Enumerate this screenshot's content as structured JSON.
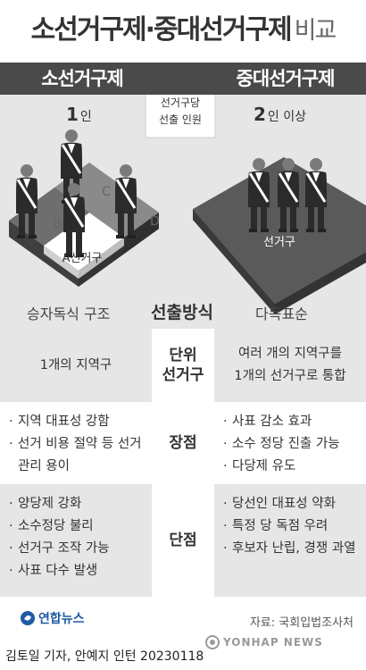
{
  "title": {
    "main": "소선거구제·중대선거구제",
    "sub": "비교"
  },
  "header": {
    "left": "소선거구제",
    "right": "중대선거구제"
  },
  "left_panel": {
    "count_number": "1",
    "count_unit": "인",
    "district_label": "A선거구",
    "district_letters": [
      "B",
      "C",
      "D"
    ]
  },
  "center_panel": {
    "ballot_label": [
      "선거구당",
      "선출 인원"
    ]
  },
  "right_panel": {
    "count_number": "2",
    "count_unit": "인 이상",
    "district_label": "선거구"
  },
  "method": {
    "label": "선출방식",
    "left": "승자독식 구조",
    "right": "다득표순"
  },
  "unit": {
    "label": [
      "단위",
      "선거구"
    ],
    "left": "1개의 지역구",
    "right": [
      "여러 개의 지역구를",
      "1개의 선거구로 통합"
    ]
  },
  "pros": {
    "label": "장점",
    "left": [
      "지역 대표성 강함",
      "선거 비용 절약 등 선거 관리 용이"
    ],
    "right": [
      "사표 감소 효과",
      "소수 정당 진출 가능",
      "다당제 유도"
    ]
  },
  "cons": {
    "label": "단점",
    "left": [
      "양당제 강화",
      "소수정당 불리",
      "선거구 조작 가능",
      "사표 다수 발생"
    ],
    "right": [
      "당선인 대표성 약화",
      "특정 당 독점 우려",
      "후보자 난립, 경쟁 과열"
    ]
  },
  "footer": {
    "logo": "연합뉴스",
    "source": "자료: 국회입법조사처",
    "credit": "김토일 기자, 안예지 인턴  20230118",
    "watermark": "YONHAP NEWS"
  },
  "colors": {
    "header_bar": "#4a4a4a",
    "panel_grey": "#e6e6e6",
    "logo_blue": "#1f5aa6"
  }
}
